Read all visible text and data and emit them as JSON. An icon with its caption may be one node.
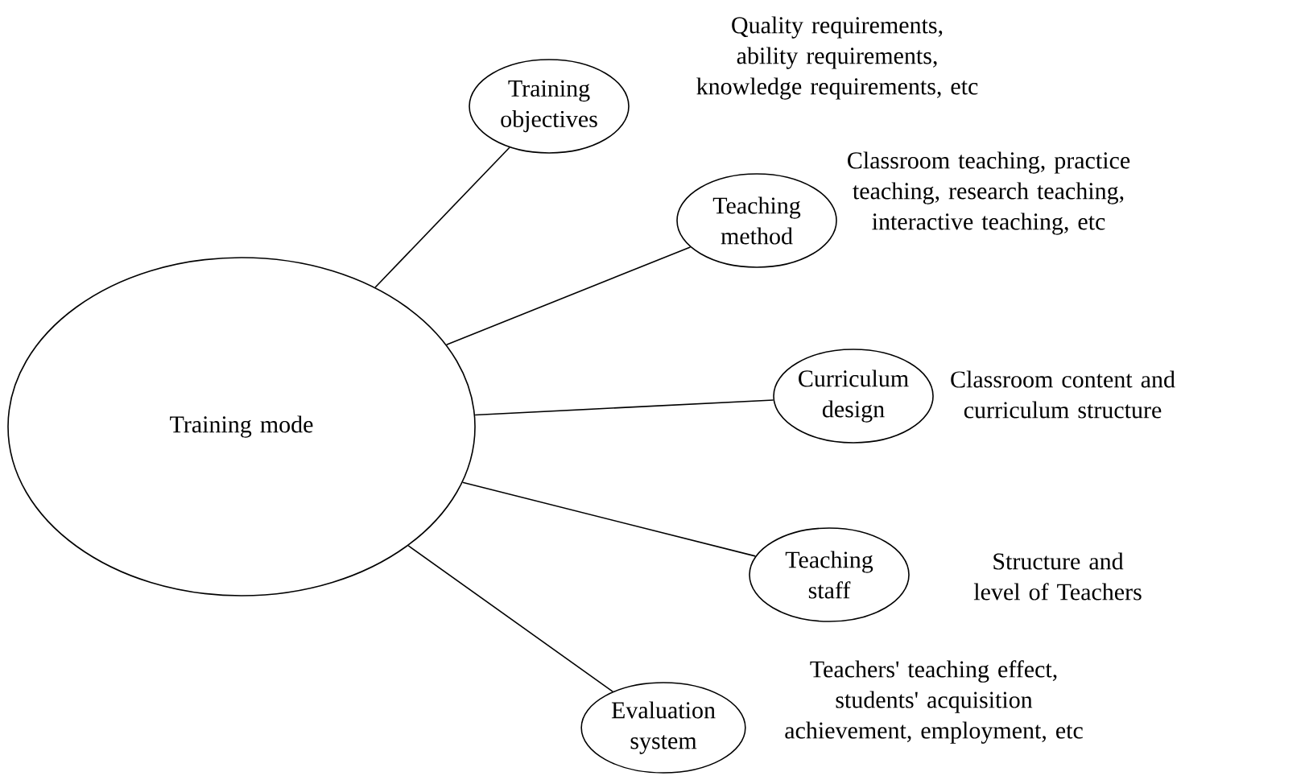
{
  "diagram": {
    "nodes": [
      {
        "text": [
          "Training mode"
        ]
      },
      {
        "text": [
          "Training objectives"
        ],
        "beside": [
          "Quality requirements, ability requirements, knowledge requirements, etc"
        ]
      },
      {
        "text": [
          "Teaching method"
        ],
        "beside": [
          "Classroom teaching, practice teaching, research teaching, interactive teaching, etc"
        ]
      },
      {
        "text": [
          "Curriculum design"
        ],
        "beside": [
          "Classroom content and curriculum structure"
        ]
      },
      {
        "text": [
          "Teaching staff"
        ],
        "beside": [
          "Structure and level of Teachers"
        ]
      },
      {
        "text": [
          "Evaluation system"
        ],
        "beside": [
          "Teachers' teaching effect, students' acquisition achievement, employment, etc"
        ]
      }
    ],
    "edges": [
      {
        "from": 0,
        "to": 1,
        "arrow": "none"
      },
      {
        "from": 0,
        "to": 2,
        "arrow": "none"
      },
      {
        "from": 0,
        "to": 3,
        "arrow": "none"
      },
      {
        "from": 0,
        "to": 4,
        "arrow": "none"
      },
      {
        "from": 0,
        "to": 5,
        "arrow": "none"
      }
    ]
  }
}
